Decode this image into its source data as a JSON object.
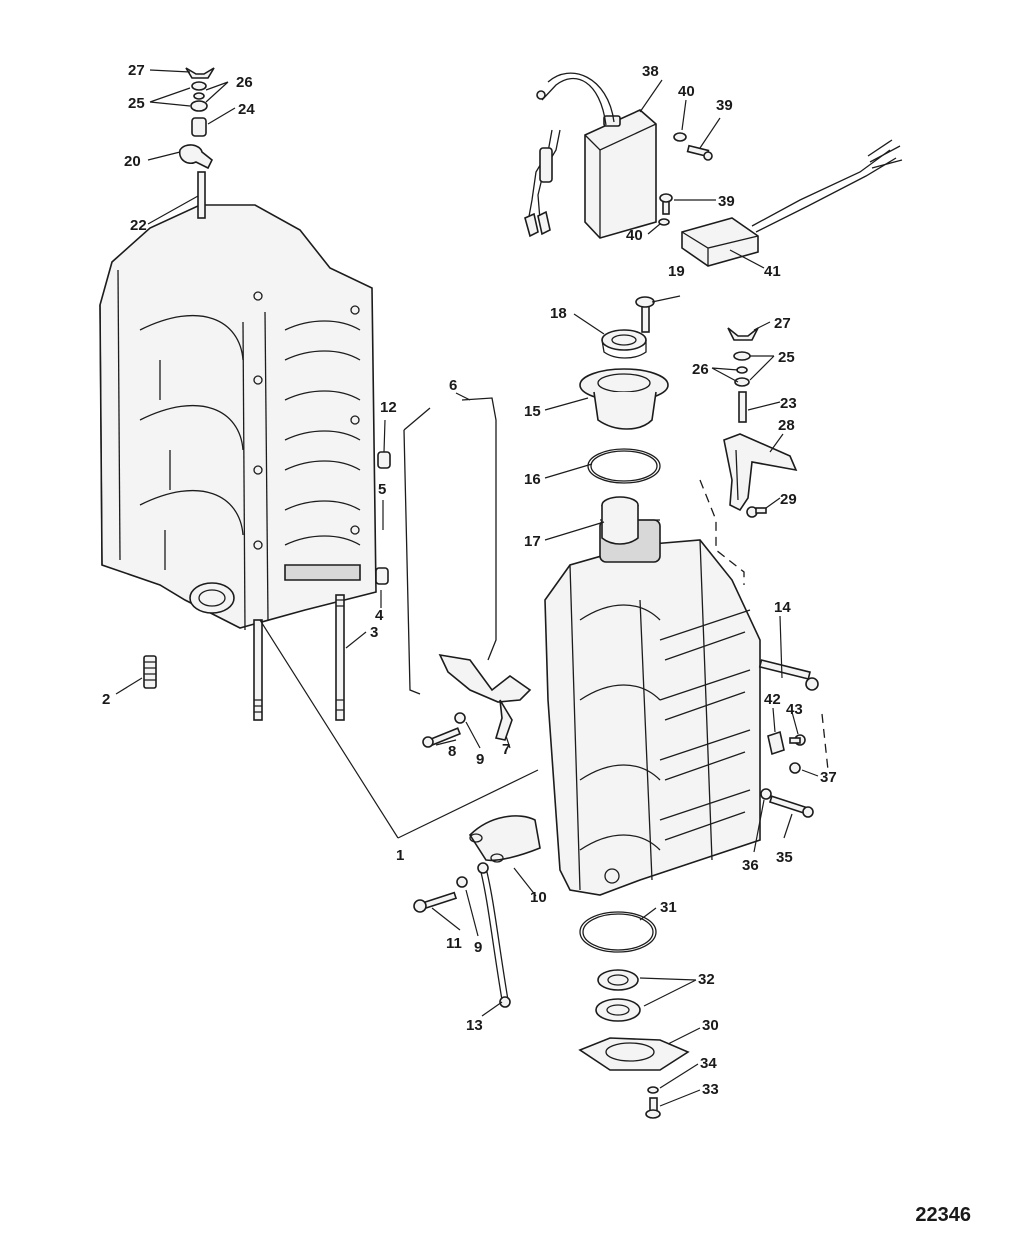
{
  "figure_number": "22346",
  "callouts": {
    "c1": "1",
    "c2": "2",
    "c3": "3",
    "c4": "4",
    "c5": "5",
    "c6": "6",
    "c7": "7",
    "c8": "8",
    "c9a": "9",
    "c9b": "9",
    "c10": "10",
    "c11": "11",
    "c12": "12",
    "c13": "13",
    "c14": "14",
    "c15": "15",
    "c16": "16",
    "c17": "17",
    "c18": "18",
    "c19": "19",
    "c20": "20",
    "c22": "22",
    "c23": "23",
    "c24": "24",
    "c25a": "25",
    "c25b": "25",
    "c26a": "26",
    "c26b": "26",
    "c27a": "27",
    "c27b": "27",
    "c28": "28",
    "c29": "29",
    "c30": "30",
    "c31": "31",
    "c32": "32",
    "c33": "33",
    "c34": "34",
    "c35": "35",
    "c36": "36",
    "c37": "37",
    "c38": "38",
    "c39a": "39",
    "c39b": "39",
    "c40a": "40",
    "c40b": "40",
    "c41": "41",
    "c42": "42",
    "c43": "43"
  }
}
